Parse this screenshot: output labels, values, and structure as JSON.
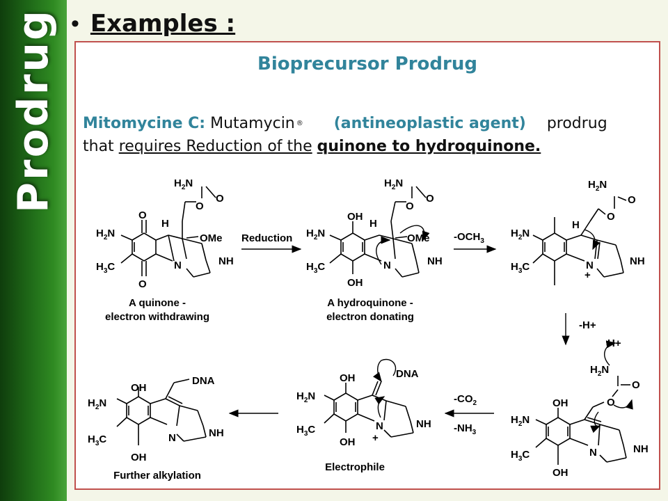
{
  "sidebar": {
    "title": "Prodrug"
  },
  "heading": {
    "bullet": "•",
    "text": "Examples :"
  },
  "box": {
    "title": "Bioprecursor Prodrug",
    "drug_name": "Mitomycine C:",
    "brand": "Mutamycin",
    "registered": "®",
    "category": "(antineoplastic agent)",
    "word_prodrug": "prodrug",
    "word_that": "that",
    "phrase_underlined": "requires Reduction of the",
    "phrase_bold": "quinone to hydroquinone."
  },
  "scheme": {
    "molecules": {
      "quinone": {
        "caption_line1": "A quinone -",
        "caption_line2": "electron withdrawing"
      },
      "hydroquinone": {
        "caption_line1": "A hydroquinone -",
        "caption_line2": "electron donating"
      },
      "electrophile": {
        "caption": "Electrophile"
      },
      "alkylated": {
        "caption": "Further alkylation"
      }
    },
    "step_labels": {
      "reduction": "Reduction",
      "och3": "-OCH",
      "och3_sub": "3",
      "h_plus_loss": "-H+",
      "h_plus": "H+",
      "co2": "-CO",
      "co2_sub": "2",
      "nh3": "-NH",
      "nh3_sub": "3",
      "dna": "DNA"
    },
    "atoms": {
      "o": "O",
      "oh": "OH",
      "h2n_h": "H",
      "h2n_sub": "2",
      "h2n_n": "N",
      "h3c_h": "H",
      "h3c_sub": "3",
      "h3c_c": "C",
      "h": "H",
      "ome": "OMe",
      "nh": "NH",
      "n": "N",
      "plus": "+"
    }
  }
}
